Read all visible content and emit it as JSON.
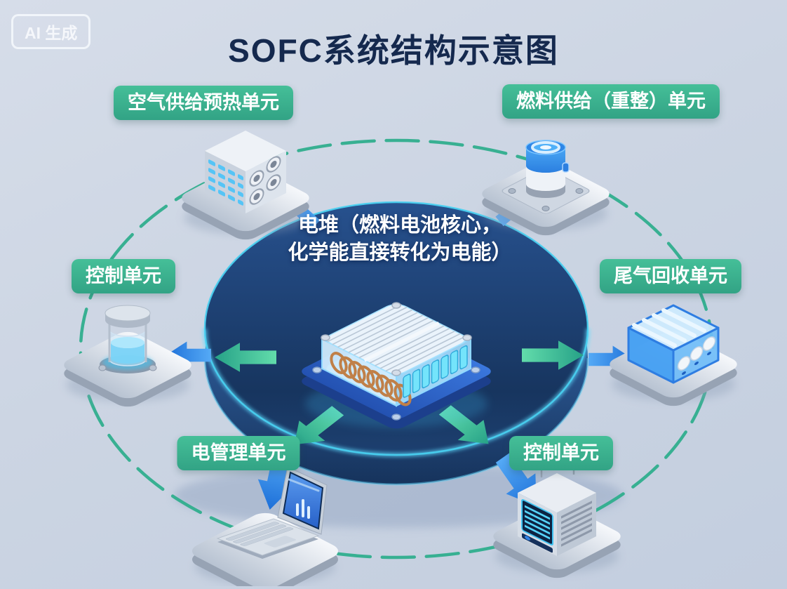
{
  "watermark": {
    "label": "AI 生成"
  },
  "title": "SOFC系统结构示意图",
  "center_stack": {
    "icon": "fuel-cell-stack-icon",
    "label_line1": "电堆（燃料电池核心，",
    "label_line2": "化学能直接转化为电能）"
  },
  "units": [
    {
      "id": "air-preheat",
      "position": "top-left",
      "label": "空气供给预热单元",
      "icon": "air-preheater-box-icon"
    },
    {
      "id": "fuel-supply",
      "position": "top-right",
      "label": "燃料供给（重整）单元",
      "icon": "fuel-reformer-cylinder-icon"
    },
    {
      "id": "control-left",
      "position": "left",
      "label": "控制单元",
      "icon": "liquid-tank-icon"
    },
    {
      "id": "exhaust-recovery",
      "position": "right",
      "label": "尾气回收单元",
      "icon": "exhaust-recovery-box-icon"
    },
    {
      "id": "power-management",
      "position": "bottom-left",
      "label": "电管理单元",
      "icon": "laptop-icon"
    },
    {
      "id": "control-bottom",
      "position": "bottom-right",
      "label": "控制单元",
      "icon": "control-computer-icon"
    }
  ],
  "arrows": {
    "green_outward_directions": [
      "left",
      "right",
      "down-left",
      "down-right"
    ],
    "blue_directions": [
      "up-left",
      "up-right",
      "left",
      "right",
      "down",
      "down-right"
    ]
  },
  "colors": {
    "background": "#cdd6e3",
    "title_text": "#15294e",
    "pill_green": "#3ab391",
    "pill_text": "#ffffff",
    "disc_navy": "#1b3a66",
    "disc_rim_cyan": "#48d2f2",
    "arrow_green": "#35b894",
    "arrow_blue": "#2e86e8",
    "ring_teal": "#2fae8d",
    "platform_silver": "#ccd5e0",
    "device_blue": "#3f9df3",
    "watermark_text": "#e9eef5"
  }
}
